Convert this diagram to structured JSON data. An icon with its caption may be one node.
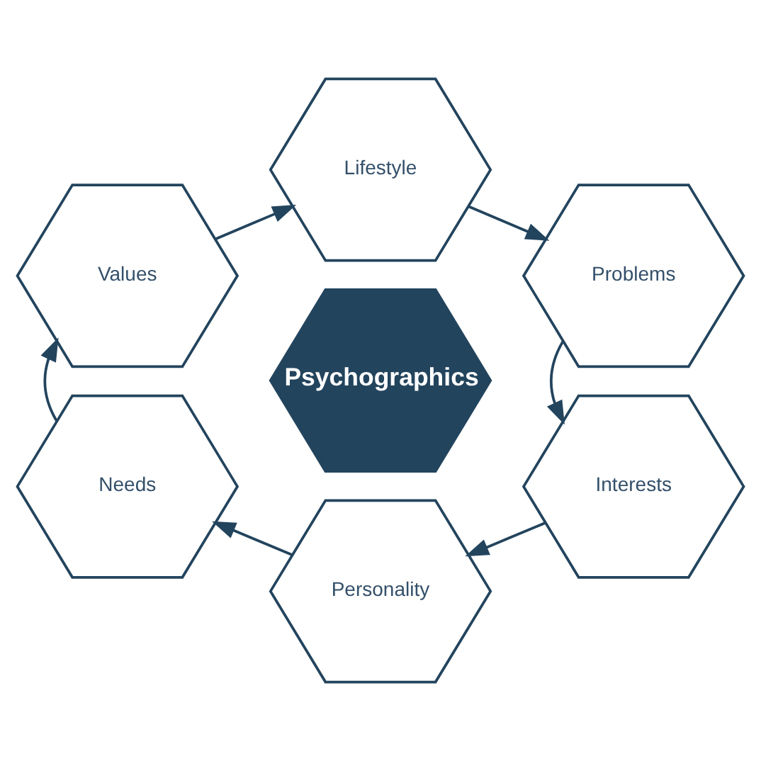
{
  "diagram": {
    "nodes": [
      {
        "text": [
          "Lifestyle"
        ]
      },
      {
        "text": [
          "Values"
        ]
      },
      {
        "text": [
          "Problems"
        ]
      },
      {
        "text": [
          "Psychographics"
        ]
      },
      {
        "text": [
          "Needs"
        ]
      },
      {
        "text": [
          "Interests"
        ]
      },
      {
        "text": [
          "Personality"
        ]
      }
    ],
    "edges": [
      {
        "from": 1,
        "to": 0,
        "arrow": "to"
      },
      {
        "from": 0,
        "to": 2,
        "arrow": "to"
      },
      {
        "from": 2,
        "to": 5,
        "arrow": "to"
      },
      {
        "from": 5,
        "to": 6,
        "arrow": "to"
      },
      {
        "from": 6,
        "to": 4,
        "arrow": "to"
      },
      {
        "from": 4,
        "to": 1,
        "arrow": "to"
      }
    ]
  }
}
